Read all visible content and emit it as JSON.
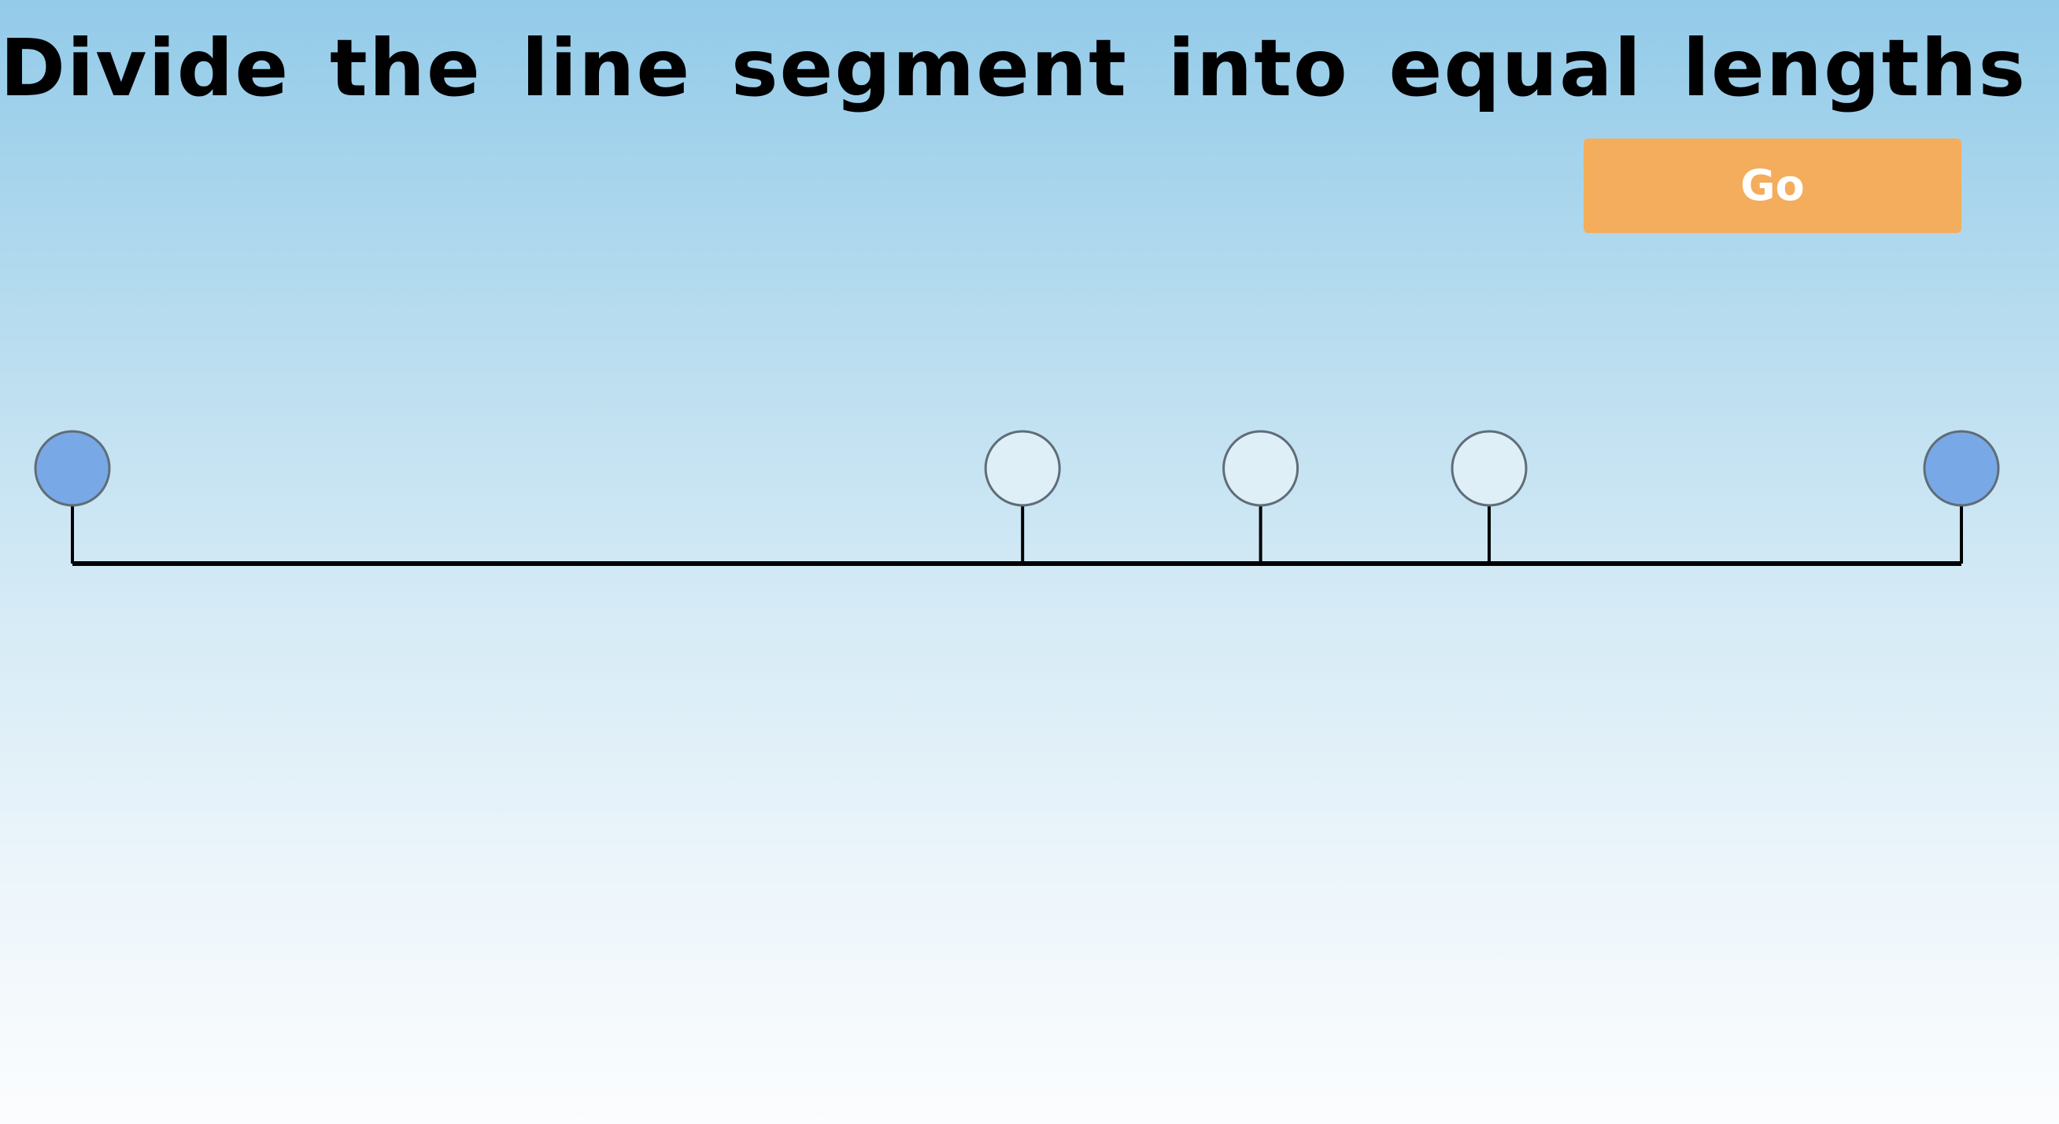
{
  "instruction": "Divide the line segment into equal lengths",
  "go_button": {
    "label": "Go",
    "color": "#f3ad5c"
  },
  "segment": {
    "start": 0,
    "end": 1,
    "color": "#000000"
  },
  "markers": [
    {
      "kind": "endpoint",
      "position": 0.0,
      "draggable": false
    },
    {
      "kind": "divider",
      "position": 0.503,
      "draggable": true
    },
    {
      "kind": "divider",
      "position": 0.629,
      "draggable": true
    },
    {
      "kind": "divider",
      "position": 0.75,
      "draggable": true
    },
    {
      "kind": "endpoint",
      "position": 1.0,
      "draggable": false
    }
  ],
  "colors": {
    "endpoint_fill": "#79a8e6",
    "divider_fill": "#dfeff8",
    "handle_stroke": "#5f6d78"
  }
}
